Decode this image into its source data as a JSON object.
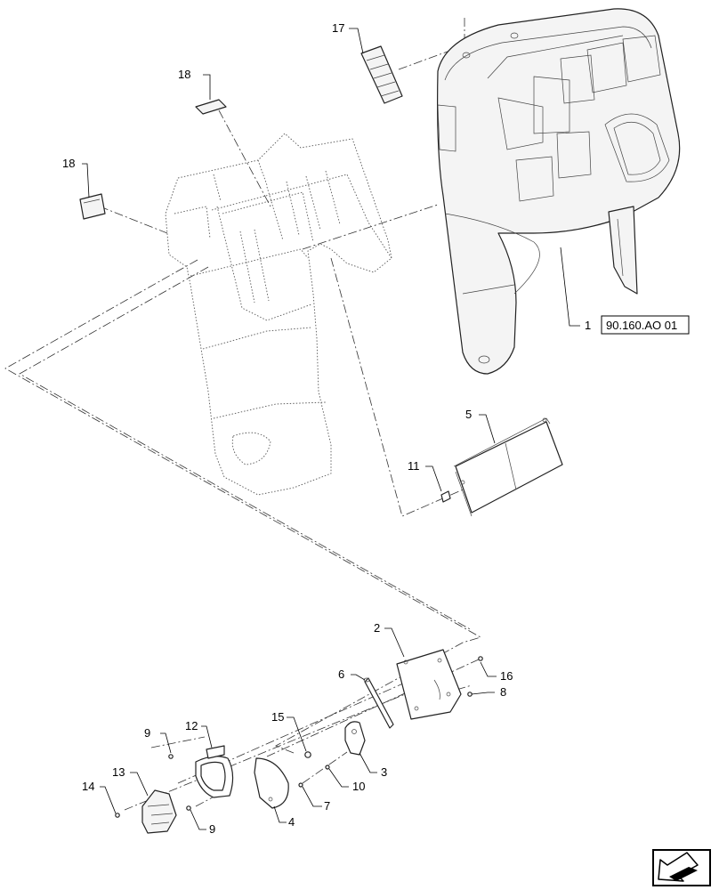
{
  "callouts": [
    {
      "id": "c1",
      "text": "1"
    },
    {
      "id": "c2",
      "text": "2"
    },
    {
      "id": "c3",
      "text": "3"
    },
    {
      "id": "c4",
      "text": "4"
    },
    {
      "id": "c5",
      "text": "5"
    },
    {
      "id": "c6",
      "text": "6"
    },
    {
      "id": "c7",
      "text": "7"
    },
    {
      "id": "c8",
      "text": "8"
    },
    {
      "id": "c9a",
      "text": "9"
    },
    {
      "id": "c9b",
      "text": "9"
    },
    {
      "id": "c10",
      "text": "10"
    },
    {
      "id": "c11",
      "text": "11"
    },
    {
      "id": "c12",
      "text": "12"
    },
    {
      "id": "c13",
      "text": "13"
    },
    {
      "id": "c14",
      "text": "14"
    },
    {
      "id": "c15",
      "text": "15"
    },
    {
      "id": "c16",
      "text": "16"
    },
    {
      "id": "c17",
      "text": "17"
    },
    {
      "id": "c18a",
      "text": "18"
    },
    {
      "id": "c18b",
      "text": "18"
    }
  ],
  "reference_box": {
    "text": "90.160.AO 01"
  },
  "nav_icon": "navigation-arrow-icon"
}
